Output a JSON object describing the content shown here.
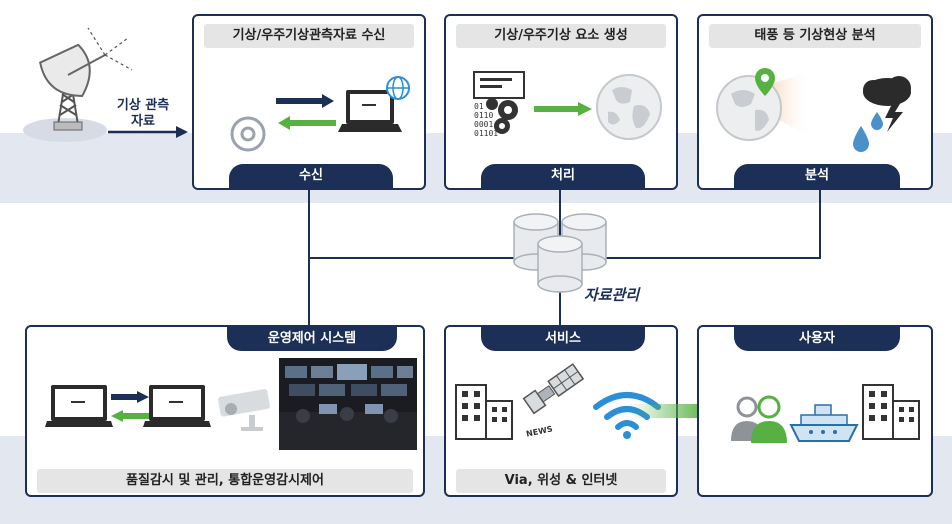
{
  "satellite_dish": {
    "label_line1": "기상 관측",
    "label_line2": "자료"
  },
  "receive_box": {
    "title": "기상/우주기상관측자료 수신",
    "tab": "수신"
  },
  "process_box": {
    "title": "기상/우주기상 요소 생성",
    "tab": "처리",
    "binary_lines": [
      "01",
      "0110",
      "0001",
      "01101"
    ]
  },
  "analysis_box": {
    "title": "태풍 등 기상현상 분석",
    "tab": "분석"
  },
  "data_management": {
    "label": "자료관리"
  },
  "operations_box": {
    "tab": "운영제어 시스템",
    "footer": "품질감시 및 관리, 통합운영감시제어"
  },
  "service_box": {
    "tab": "서비스",
    "footer": "Via, 위성 & 인터넷",
    "news_label": "NEWS"
  },
  "users_box": {
    "tab": "사용자"
  },
  "colors": {
    "navy": "#1c2f57",
    "green": "#56b142",
    "band": "#e3e7ef",
    "header_gray": "#e5e5e5"
  }
}
